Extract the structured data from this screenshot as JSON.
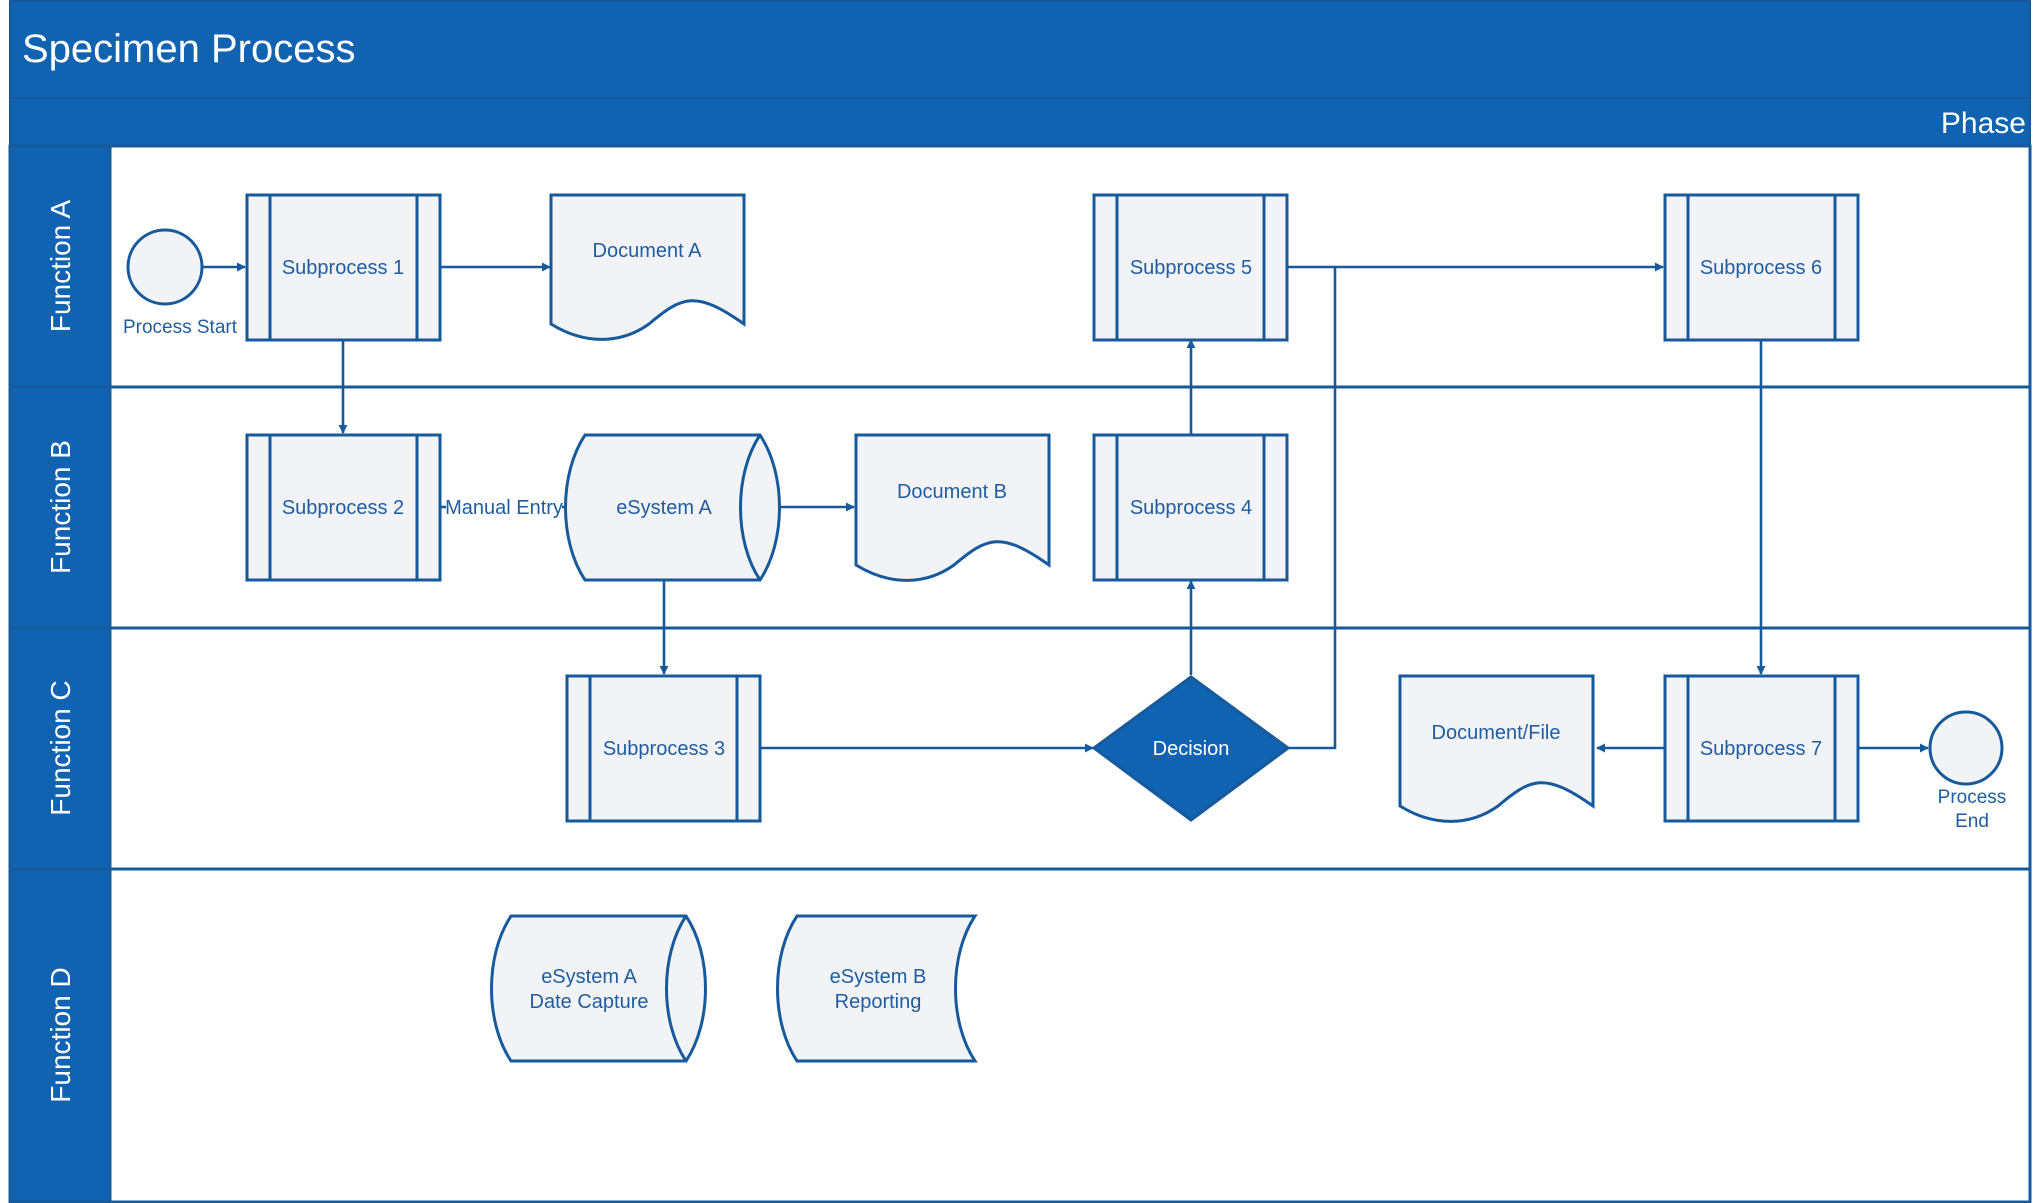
{
  "title": "Specimen Process",
  "phase_label": "Phase",
  "lanes": [
    "Function A",
    "Function B",
    "Function C",
    "Function D"
  ],
  "nodes": {
    "process_start": "Process Start",
    "subprocess_1": "Subprocess 1",
    "document_a": "Document A",
    "subprocess_5": "Subprocess 5",
    "subprocess_6": "Subprocess 6",
    "subprocess_2": "Subprocess 2",
    "manual_entry": "Manual Entry",
    "esystem_a": "eSystem A",
    "document_b": "Document B",
    "subprocess_4": "Subprocess 4",
    "subprocess_3": "Subprocess 3",
    "decision": "Decision",
    "document_file": "Document/File",
    "subprocess_7": "Subprocess 7",
    "process_end_1": "Process",
    "process_end_2": "End",
    "esystem_a_date_capture_1": "eSystem A",
    "esystem_a_date_capture_2": "Date Capture",
    "esystem_b_reporting_1": "eSystem B",
    "esystem_b_reporting_2": "Reporting"
  },
  "colors": {
    "header_blue": "#1063b1",
    "border_blue": "#175a9c",
    "shape_fill": "#f1f3f6",
    "text_blue": "#1f5d9e"
  }
}
